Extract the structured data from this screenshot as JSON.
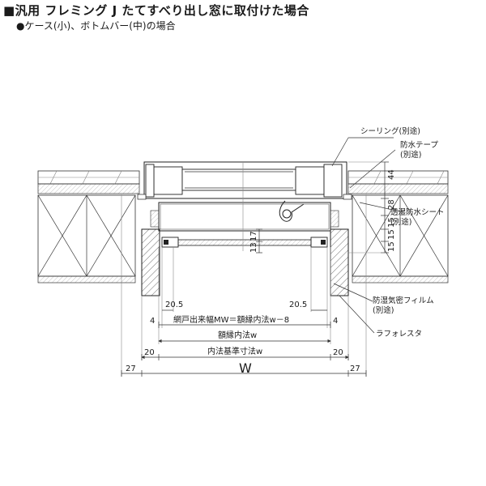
{
  "header": {
    "title": "■汎用 フレミング J たてすべり出し窓に取付けた場合",
    "subtitle": "●ケース(小)、ボトムバー(中)の場合"
  },
  "callouts": {
    "sealing": "シーリング(別途)",
    "waterproof_tape_1": "防水テープ",
    "waterproof_tape_2": "(別途)",
    "vapor_sheet_1": "透湿防水シート",
    "vapor_sheet_2": "(別途)",
    "airtight_film_1": "防湿気密フィルム",
    "airtight_film_2": "(別途)",
    "lath": "ラフォレスタ"
  },
  "dimensions": {
    "right_44": "44",
    "right_28": "28",
    "right_15a": "15",
    "right_15b": "15",
    "right_15c": "15",
    "center_17": "17",
    "center_13": "13",
    "left_20_5": "20.5",
    "right_20_5": "20.5",
    "left_4": "4",
    "right_4": "4",
    "left_20": "20",
    "right_20": "20",
    "left_27": "27",
    "right_27": "27",
    "mw_label": "網戸出来幅MW＝額縁内法w－8",
    "frame_inner": "額縁内法w",
    "base_inner": "内法基準寸法w",
    "overall": "W"
  }
}
